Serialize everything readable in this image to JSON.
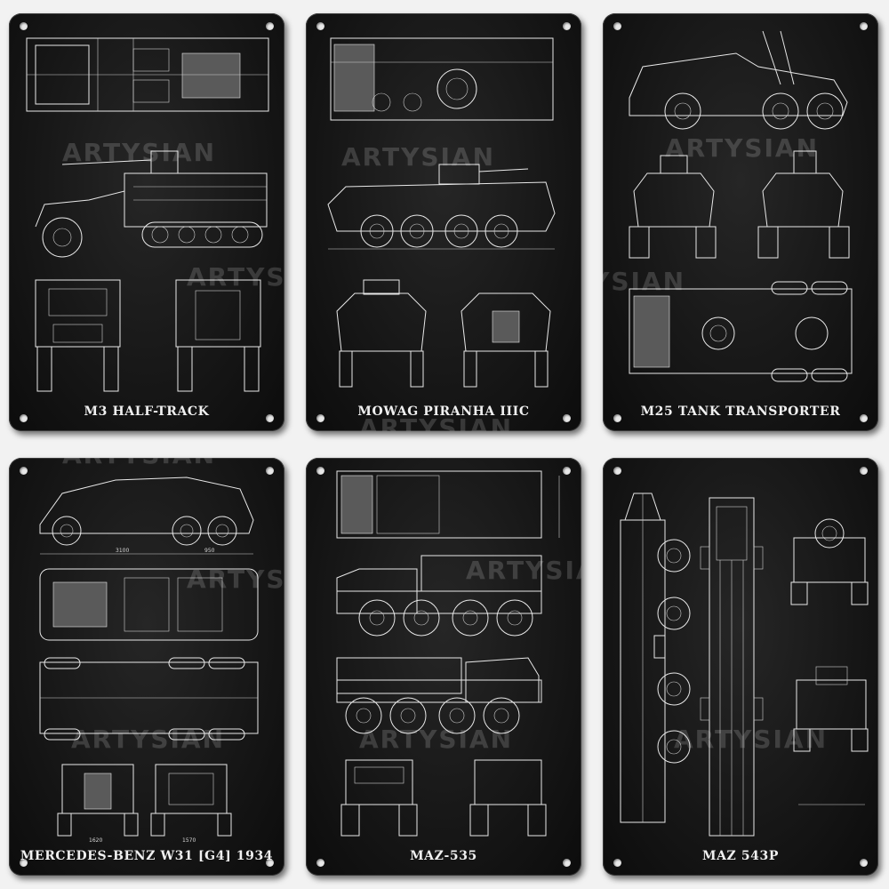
{
  "plates": [
    {
      "title": "M3 HALF-TRACK"
    },
    {
      "title": "MOWAG PIRANHA IIIC"
    },
    {
      "title": "M25 TANK TRANSPORTER"
    },
    {
      "title": "MERCEDES-BENZ W31 [G4] 1934"
    },
    {
      "title": "MAZ-535"
    },
    {
      "title": "MAZ 543P"
    }
  ],
  "watermark": "ARTYSIAN",
  "dimensions": {
    "w31_length_a": "3100",
    "w31_length_b": "950",
    "w31_track_front": "1620",
    "w31_track_rear": "1570"
  }
}
